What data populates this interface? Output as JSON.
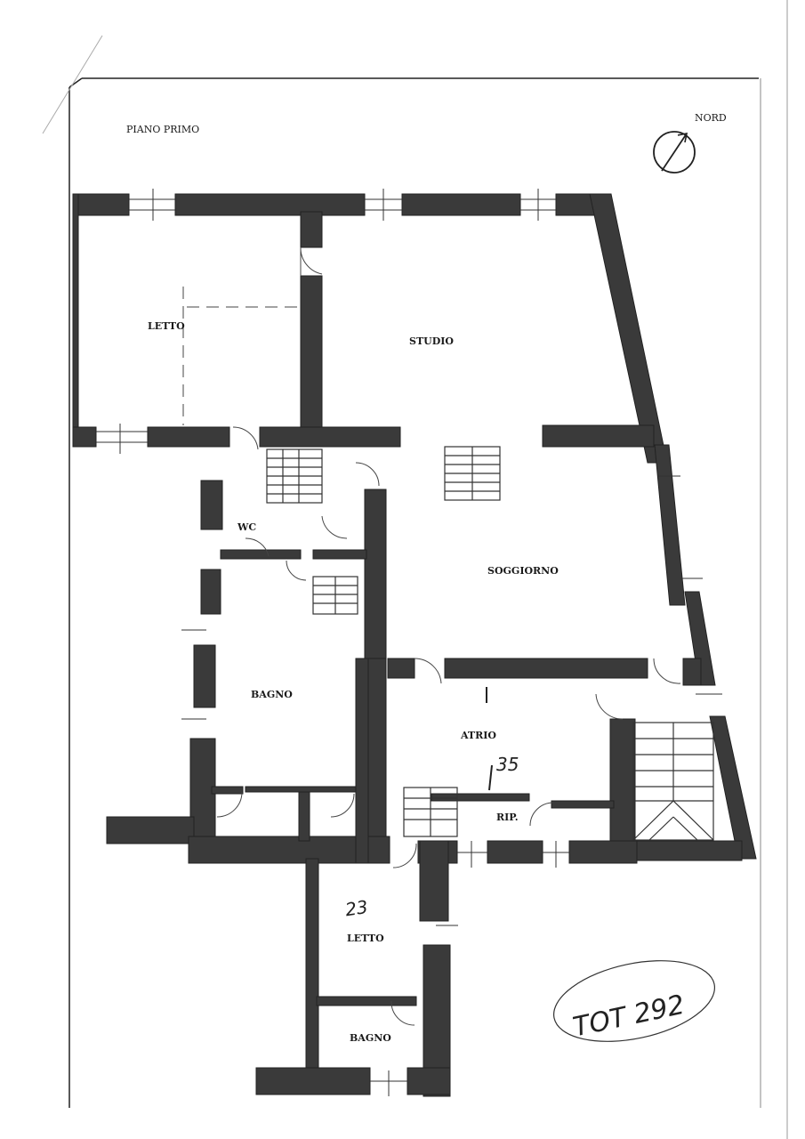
{
  "header": {
    "floor_label": "PIANO PRIMO",
    "north_label": "NORD"
  },
  "rooms": {
    "letto_top": "LETTO",
    "studio": "STUDIO",
    "wc": "WC",
    "soggiorno": "SOGGIORNO",
    "bagno_main": "BAGNO",
    "atrio": "ATRIO",
    "rip": "RIP.",
    "letto_bottom": "LETTO",
    "bagno_bottom": "BAGNO"
  },
  "annotations": {
    "area_atrio": "35",
    "area_letto": "23",
    "total": "TOT 292"
  }
}
